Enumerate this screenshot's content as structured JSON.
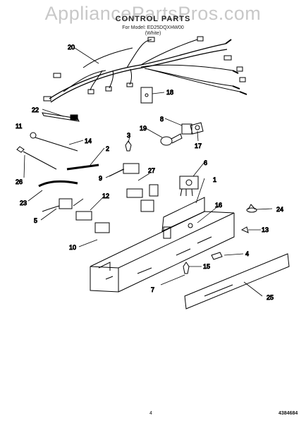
{
  "watermark": "AppliancePartsPros.com",
  "header": {
    "title": "CONTROL PARTS",
    "model_line": "For Model: ED25DQXHW00",
    "color_line": "(White)"
  },
  "callouts": [
    {
      "id": "c1",
      "label": "1"
    },
    {
      "id": "c2",
      "label": "2"
    },
    {
      "id": "c3",
      "label": "3"
    },
    {
      "id": "c4",
      "label": "4"
    },
    {
      "id": "c5",
      "label": "5"
    },
    {
      "id": "c6",
      "label": "6"
    },
    {
      "id": "c7",
      "label": "7"
    },
    {
      "id": "c8",
      "label": "8"
    },
    {
      "id": "c9",
      "label": "9"
    },
    {
      "id": "c10",
      "label": "10"
    },
    {
      "id": "c11",
      "label": "11"
    },
    {
      "id": "c12",
      "label": "12"
    },
    {
      "id": "c13",
      "label": "13"
    },
    {
      "id": "c14",
      "label": "14"
    },
    {
      "id": "c15",
      "label": "15"
    },
    {
      "id": "c16",
      "label": "16"
    },
    {
      "id": "c17",
      "label": "17"
    },
    {
      "id": "c18",
      "label": "18"
    },
    {
      "id": "c19",
      "label": "19"
    },
    {
      "id": "c20",
      "label": "20"
    },
    {
      "id": "c22",
      "label": "22"
    },
    {
      "id": "c23",
      "label": "23"
    },
    {
      "id": "c24",
      "label": "24"
    },
    {
      "id": "c25",
      "label": "25"
    },
    {
      "id": "c26",
      "label": "26"
    },
    {
      "id": "c27",
      "label": "27"
    }
  ],
  "footer": {
    "page": "4",
    "doc_number": "4384684"
  }
}
